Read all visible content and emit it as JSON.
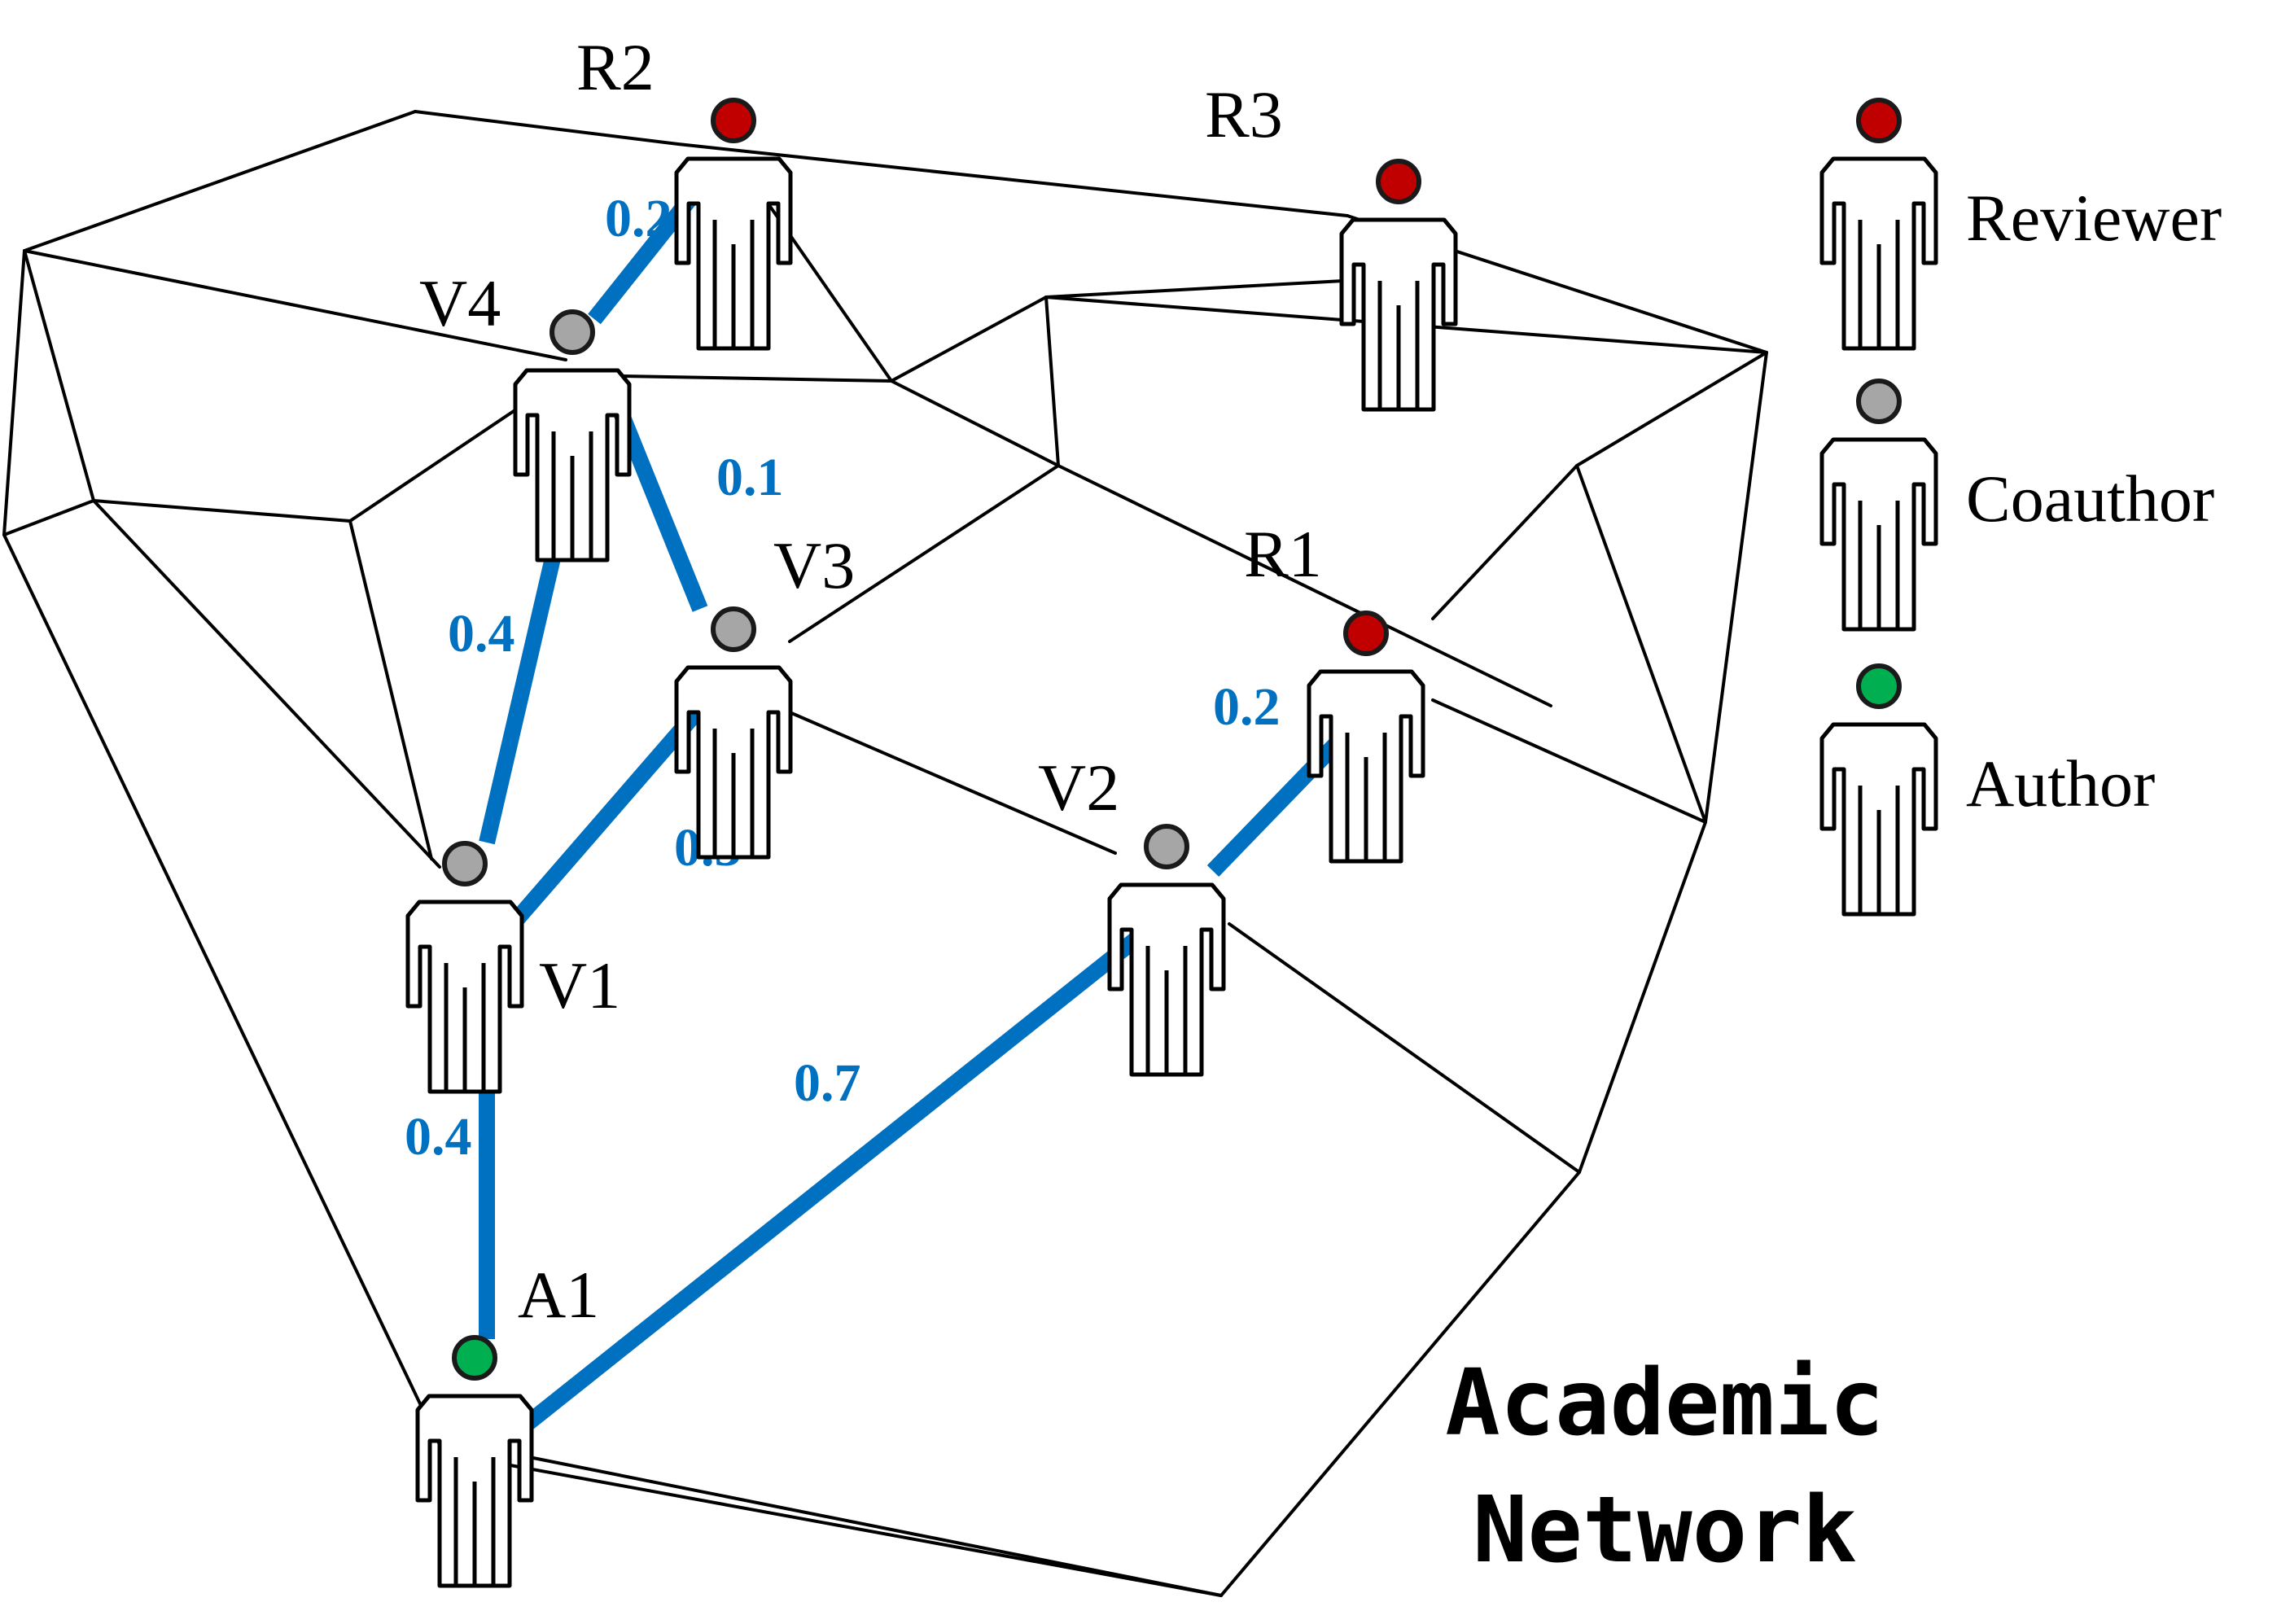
{
  "title": {
    "line1": "Academic",
    "line2": "Network"
  },
  "colors": {
    "reviewer": "#c00000",
    "coauthor": "#a6a6a6",
    "author": "#00b050",
    "highlight": "#0070c0",
    "line": "#000000"
  },
  "legend": [
    {
      "role": "reviewer",
      "label": "Reviewer",
      "icon": "reviewer-icon"
    },
    {
      "role": "coauthor",
      "label": "Coauthor",
      "icon": "coauthor-icon"
    },
    {
      "role": "author",
      "label": "Author",
      "icon": "author-icon"
    }
  ],
  "nodes": [
    {
      "id": "R2",
      "label": "R2",
      "role": "reviewer"
    },
    {
      "id": "R3",
      "label": "R3",
      "role": "reviewer"
    },
    {
      "id": "V4",
      "label": "V4",
      "role": "coauthor"
    },
    {
      "id": "V3",
      "label": "V3",
      "role": "coauthor"
    },
    {
      "id": "R1",
      "label": "R1",
      "role": "reviewer"
    },
    {
      "id": "V2",
      "label": "V2",
      "role": "coauthor"
    },
    {
      "id": "V1",
      "label": "V1",
      "role": "coauthor"
    },
    {
      "id": "A1",
      "label": "A1",
      "role": "author"
    }
  ],
  "weighted_edges": [
    {
      "from": "V4",
      "to": "R2",
      "weight": "0.2"
    },
    {
      "from": "V4",
      "to": "V3",
      "weight": "0.1"
    },
    {
      "from": "V1",
      "to": "V4",
      "weight": "0.4"
    },
    {
      "from": "V1",
      "to": "V3",
      "weight": "0.3"
    },
    {
      "from": "A1",
      "to": "V1",
      "weight": "0.4"
    },
    {
      "from": "A1",
      "to": "V2",
      "weight": "0.7"
    },
    {
      "from": "V2",
      "to": "R1",
      "weight": "0.2"
    }
  ]
}
